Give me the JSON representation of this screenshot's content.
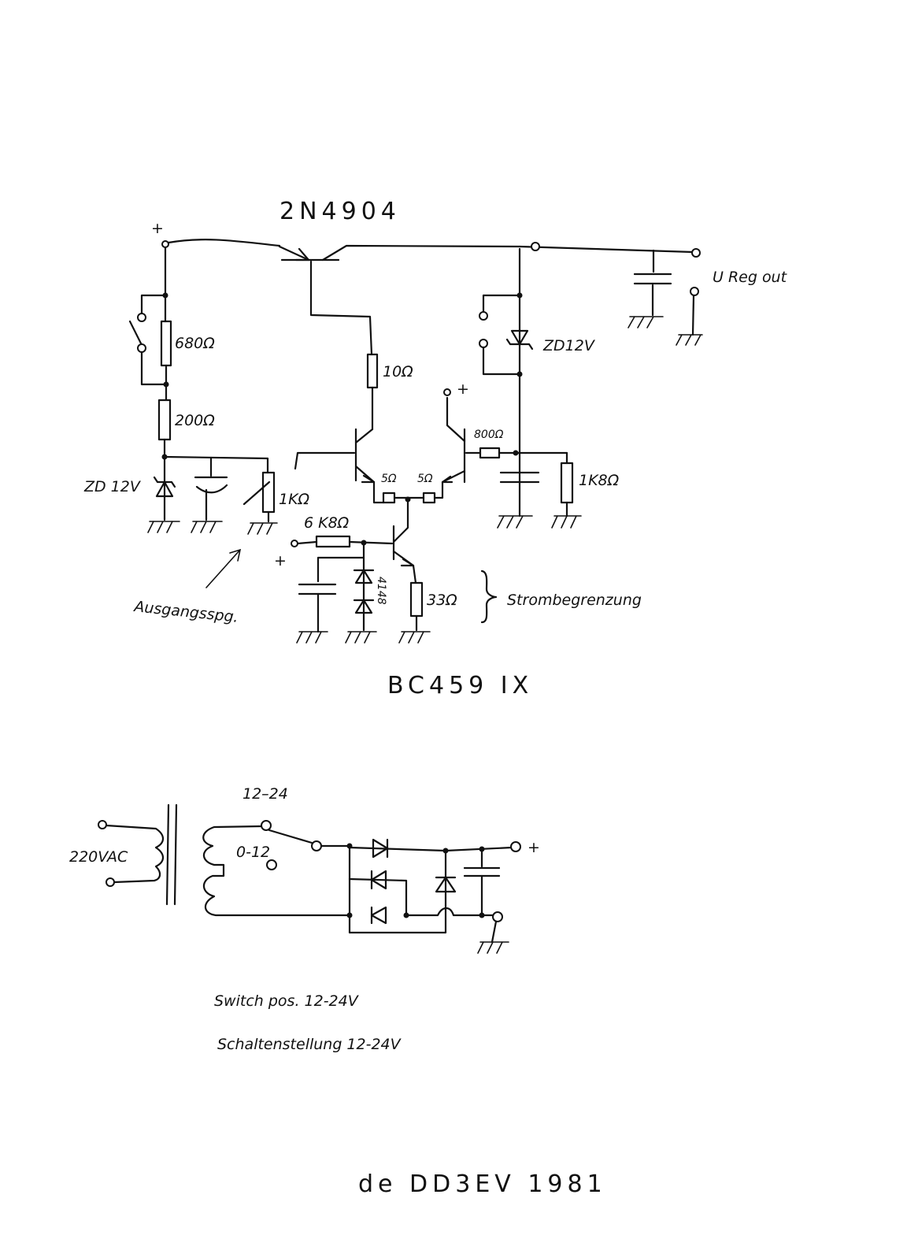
{
  "title_top": "2N4904",
  "plus_in": "+",
  "out_label": "U Reg out",
  "r680": "680Ω",
  "r200": "200Ω",
  "zd_left": "ZD 12V",
  "r1k": "1KΩ",
  "r10": "10Ω",
  "plus_mid": "+",
  "r800": "800Ω",
  "zd_right": "ZD12V",
  "r1k8": "1K8Ω",
  "r5a": "5Ω",
  "r5b": "5Ω",
  "r6k8": "6 K8Ω",
  "plus_low": "+",
  "d4148": "4148",
  "r33": "33Ω",
  "strom": "Strombegrenzung",
  "ausgang": "Ausgangsspg.",
  "bc_label": "BC459 IX",
  "range_top": "12–24",
  "range_mid": "0-12",
  "vac": "220VAC",
  "plus_rect": "+",
  "note1": "Switch pos. 12-24V",
  "note2": "Schaltenstellung 12-24V",
  "signature": "de DD3EV 1981"
}
